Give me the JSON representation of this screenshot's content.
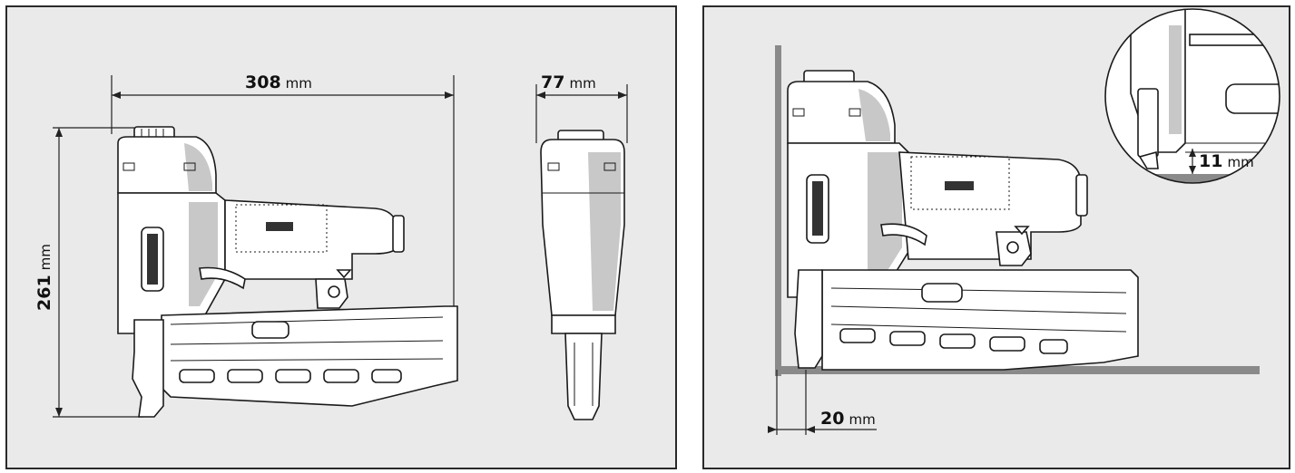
{
  "left_panel": {
    "length": {
      "value": "308",
      "unit": "mm"
    },
    "width": {
      "value": "77",
      "unit": "mm"
    },
    "height": {
      "value": "261",
      "unit": "mm"
    }
  },
  "right_panel": {
    "wall_offset": {
      "value": "20",
      "unit": "mm"
    },
    "tip_clearance": {
      "value": "11",
      "unit": "mm"
    }
  },
  "colors": {
    "background": "#eaeaea",
    "border": "#2a2a2a",
    "floor": "#8a8a8a"
  }
}
